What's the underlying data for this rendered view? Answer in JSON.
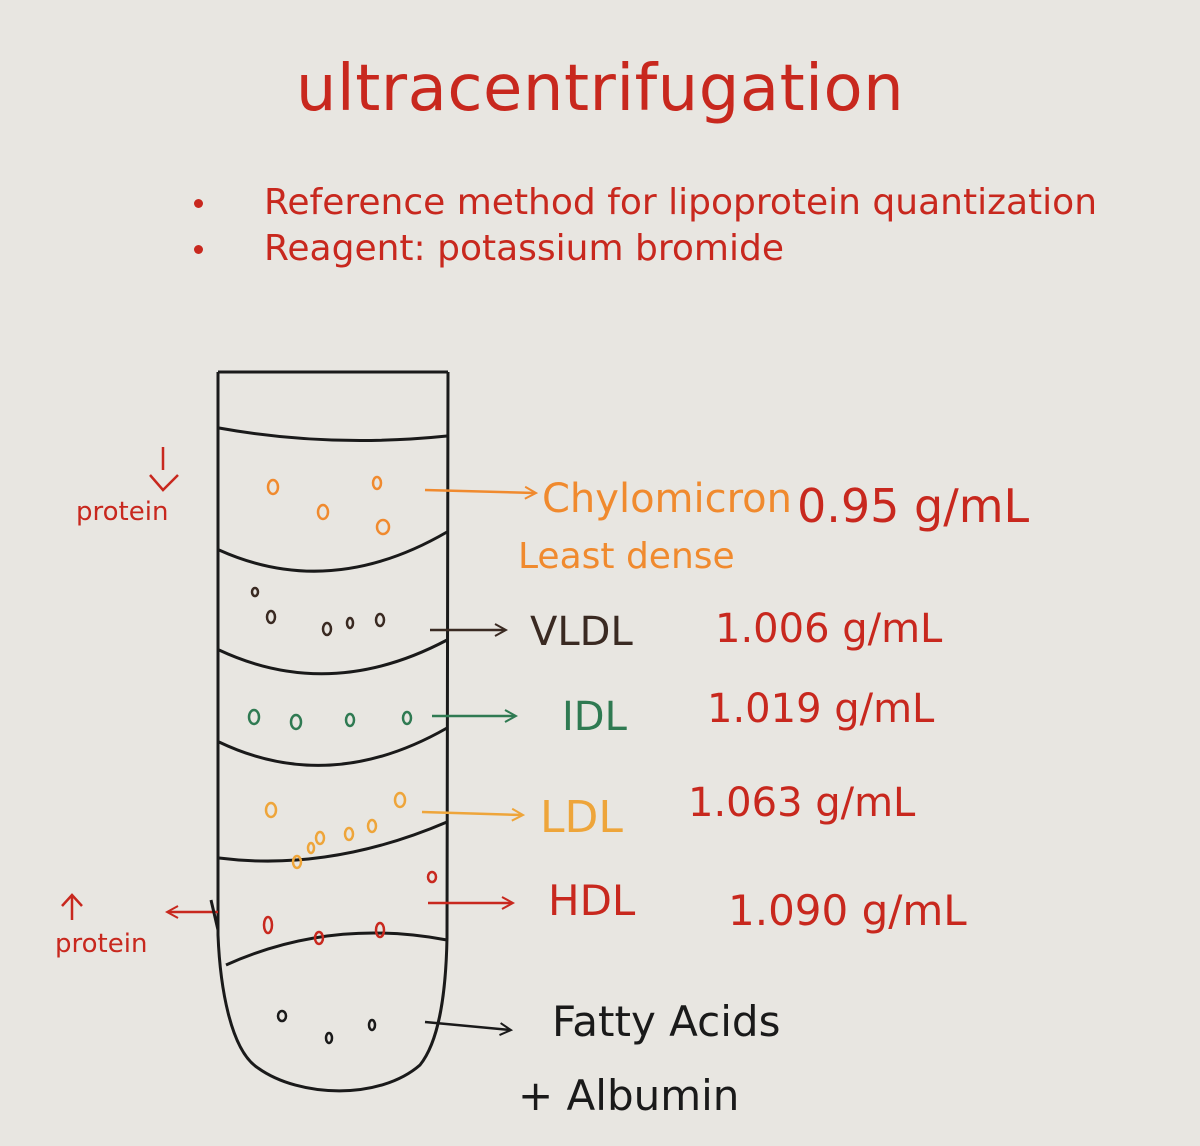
{
  "title": "ultracentrifugation",
  "bullets": [
    "Reference method for lipoprotein quantization",
    "Reagent: potassium bromide"
  ],
  "colors": {
    "red": "#c8281e",
    "orange": "#f08a2e",
    "brown": "#3a2a22",
    "green": "#2f7a52",
    "gold": "#eea53a",
    "black": "#1a1a1a"
  },
  "side_labels": {
    "top": {
      "arrow": "↓",
      "text": "protein"
    },
    "bottom": {
      "arrow": "↑",
      "text": "protein"
    }
  },
  "layers": [
    {
      "name": "Chylomicron",
      "note": "Least dense",
      "density": "0.95 g/mL"
    },
    {
      "name": "VLDL",
      "density": "1.006 g/mL"
    },
    {
      "name": "IDL",
      "density": "1.019 g/mL"
    },
    {
      "name": "LDL",
      "density": "1.063 g/mL"
    },
    {
      "name": "HDL",
      "density": "1.090 g/mL"
    },
    {
      "name": "Fatty Acids",
      "note": "+ Albumin"
    }
  ]
}
